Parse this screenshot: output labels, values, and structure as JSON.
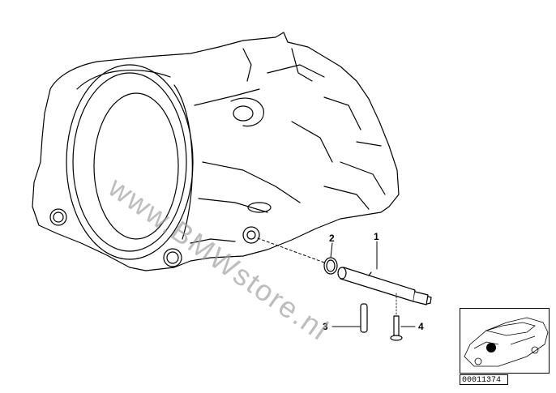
{
  "diagram": {
    "watermark": "www.BMWstore.nl",
    "callouts": {
      "c1": "1",
      "c2": "2",
      "c3": "3",
      "c4": "4"
    },
    "reference_id": "00011374"
  }
}
